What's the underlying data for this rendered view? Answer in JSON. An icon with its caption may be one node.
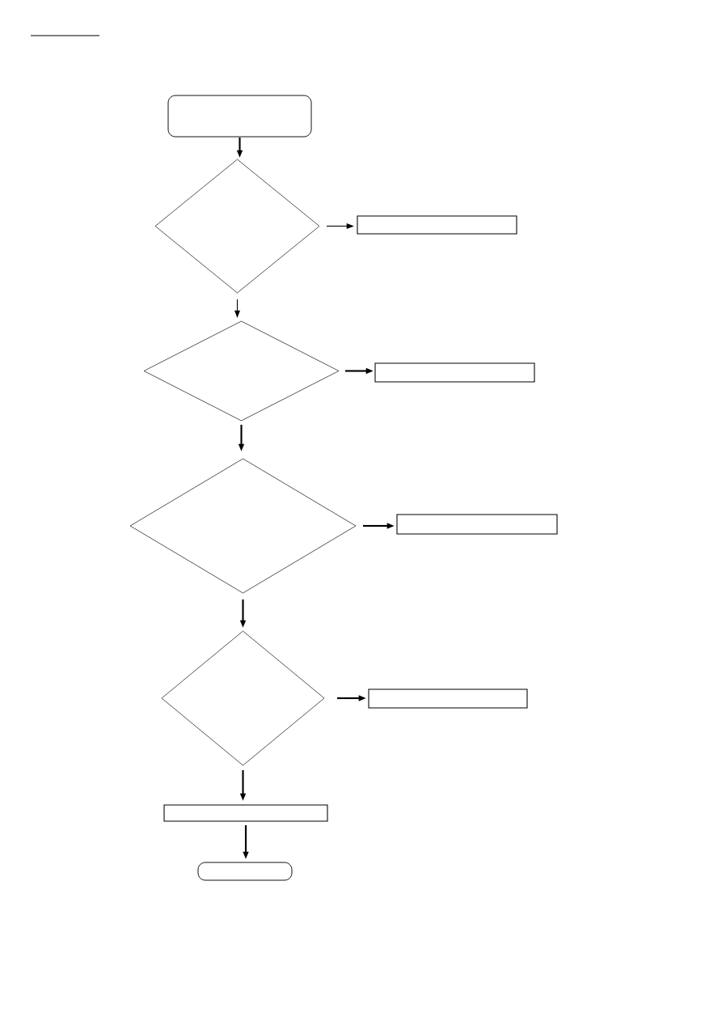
{
  "diagram": {
    "nodes": [
      {
        "text": [],
        "shape": "box"
      },
      {
        "text": [],
        "shape": "diamond"
      },
      {
        "text": [],
        "shape": "box"
      },
      {
        "text": [],
        "shape": "diamond"
      },
      {
        "text": [],
        "shape": "box"
      },
      {
        "text": [],
        "shape": "diamond"
      },
      {
        "text": [],
        "shape": "box"
      },
      {
        "text": [],
        "shape": "diamond"
      },
      {
        "text": [],
        "shape": "box"
      },
      {
        "text": [],
        "shape": "box"
      },
      {
        "text": [],
        "shape": "box"
      }
    ],
    "edges": [
      {
        "from": 0,
        "to": 1,
        "arrow": "to"
      },
      {
        "from": 1,
        "to": 2,
        "arrow": "to"
      },
      {
        "from": 1,
        "to": 3,
        "arrow": "to"
      },
      {
        "from": 3,
        "to": 4,
        "arrow": "to"
      },
      {
        "from": 3,
        "to": 5,
        "arrow": "to"
      },
      {
        "from": 5,
        "to": 6,
        "arrow": "to"
      },
      {
        "from": 5,
        "to": 7,
        "arrow": "to"
      },
      {
        "from": 7,
        "to": 8,
        "arrow": "to"
      },
      {
        "from": 7,
        "to": 9,
        "arrow": "to"
      },
      {
        "from": 9,
        "to": 10,
        "arrow": "to"
      }
    ]
  }
}
